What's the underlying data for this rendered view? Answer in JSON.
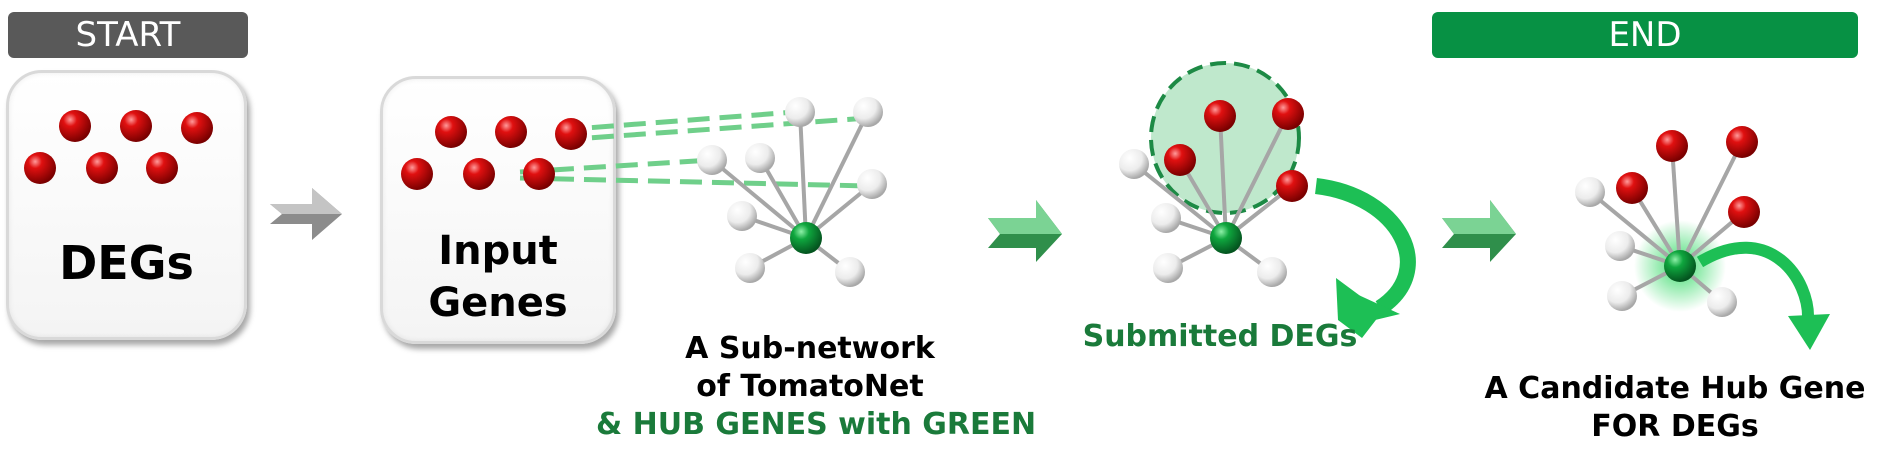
{
  "banners": {
    "start": "START",
    "end": "END"
  },
  "boxes": {
    "degs": "DEGs",
    "input_line1": "Input",
    "input_line2": "Genes"
  },
  "captions": {
    "subnetwork_line1": "A Sub-network",
    "subnetwork_line2": "of TomatoNet",
    "subnetwork_line3": "& HUB GENES with GREEN",
    "submitted": "Submitted DEGs",
    "candidate_line1": "A Candidate Hub Gene",
    "candidate_line2": "FOR DEGs"
  },
  "colors": {
    "start_banner": "#595959",
    "end_banner": "#079144",
    "green_text": "#1a7a3a",
    "red_node": "#d10000",
    "hub_node": "#0a9a3a",
    "gray_arrow": "#8c8c8c",
    "green_arrow": "#3faa5f"
  }
}
